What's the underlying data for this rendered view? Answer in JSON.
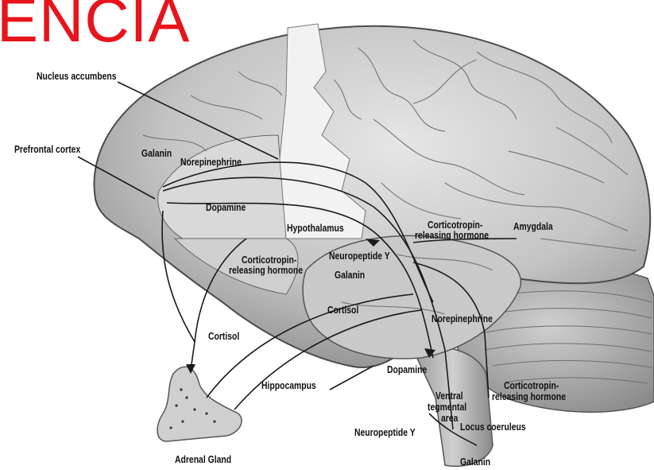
{
  "title": "ENCIA",
  "labels": {
    "nucleus_accumbens": "Nucleus accumbens",
    "prefrontal_cortex": "Prefrontal cortex",
    "galanin_pfc": "Galanin",
    "norepinephrine_top": "Norepinephrine",
    "dopamine_top": "Dopamine",
    "hypothalamus": "Hypothalamus",
    "crh_amygdala_l1": "Corticotropin-",
    "crh_amygdala_l2": "releasing hormone",
    "amygdala": "Amygdala",
    "crh_left_l1": "Corticotropin-",
    "crh_left_l2": "releasing hormone",
    "neuropeptide_y_mid": "Neuropeptide Y",
    "galanin_mid": "Galanin",
    "cortisol_mid": "Cortisol",
    "norepinephrine_low": "Norepinephrine",
    "cortisol_left": "Cortisol",
    "dopamine_low": "Dopamine",
    "hippocampus": "Hippocampus",
    "vta_l1": "Ventral",
    "vta_l2": "tegmental",
    "vta_l3": "area",
    "crh_right_l1": "Corticotropin-",
    "crh_right_l2": "releasing hormone",
    "neuropeptide_y_low": "Neuropeptide Y",
    "locus_coeruleus": "Locus coeruleus",
    "adrenal_gland": "Adrenal Gland",
    "galanin_bottom": "Galanin"
  },
  "colors": {
    "title": "#e8141c",
    "brain_fill": "#bdbdbd",
    "brain_dark": "#8f8f8f",
    "line": "#1a1a1a"
  }
}
